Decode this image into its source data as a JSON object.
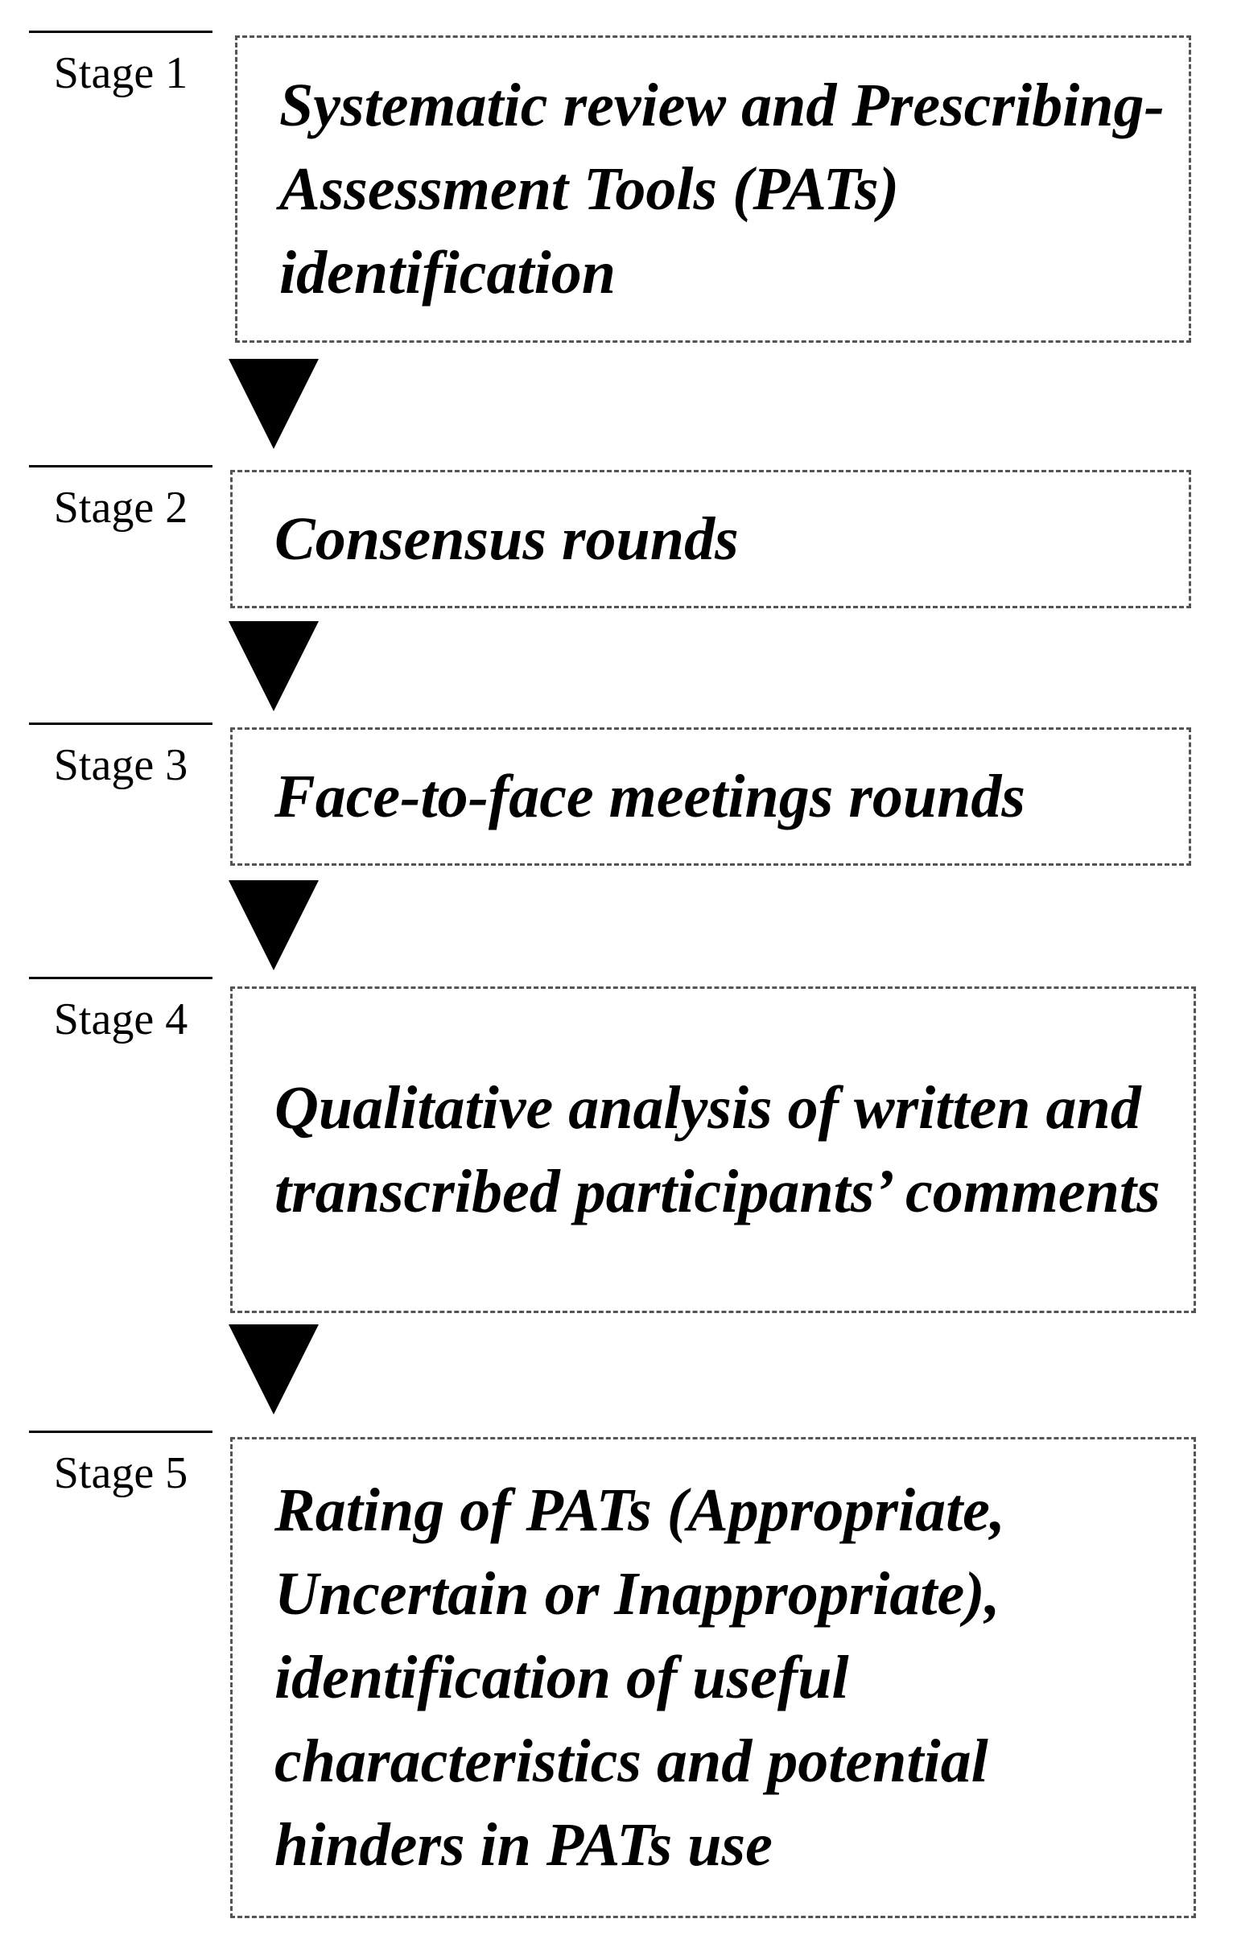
{
  "stages": [
    {
      "label": "Stage 1",
      "text": "Systematic review and Prescribing-Assessment Tools (PATs) identification"
    },
    {
      "label": "Stage 2",
      "text": "Consensus rounds"
    },
    {
      "label": "Stage 3",
      "text": "Face-to-face meetings rounds"
    },
    {
      "label": "Stage 4",
      "text": "Qualitative analysis of written and transcribed participants’ comments"
    },
    {
      "label": "Stage 5",
      "text": "Rating of PATs (Appropriate, Uncertain or Inappropriate), identification of useful characteristics and potential hinders in PATs use"
    }
  ]
}
